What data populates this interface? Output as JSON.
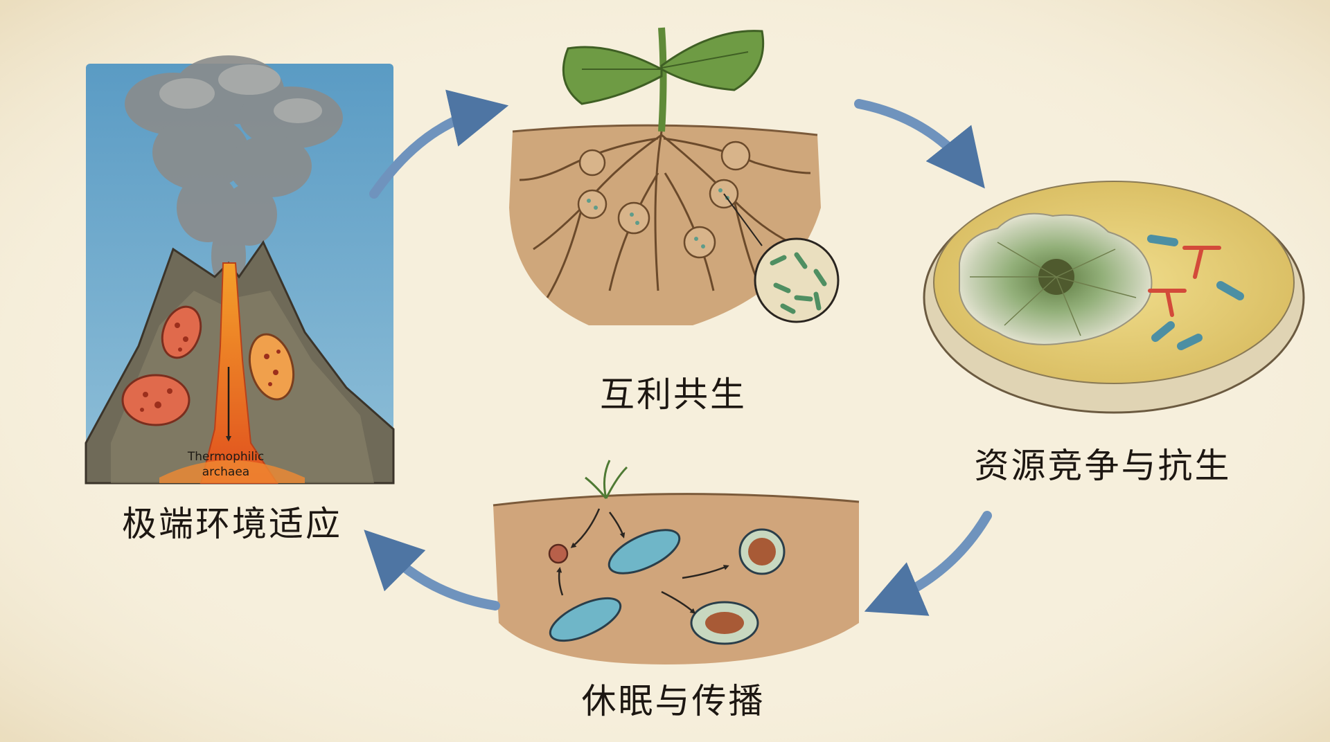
{
  "stages": {
    "extreme": {
      "label": "极端环境适应",
      "annotation_line1": "Thermophilic",
      "annotation_line2": "archaea"
    },
    "mutualism": {
      "label": "互利共生"
    },
    "competition": {
      "label": "资源竞争与抗生"
    },
    "dormancy": {
      "label": "休眠与传播"
    }
  },
  "colors": {
    "background": "#f6efdc",
    "arrow": "#6f93bd",
    "soil": "#b88a5b",
    "lava": "#ee7a2a",
    "sky": "#5f9dc4",
    "agar": "#e9d37d",
    "mold": "#8aa66a",
    "bacteria": "#5fa7b0"
  },
  "cycle_arrows": [
    "extreme-to-mutualism",
    "mutualism-to-competition",
    "competition-to-dormancy",
    "dormancy-to-extreme"
  ]
}
